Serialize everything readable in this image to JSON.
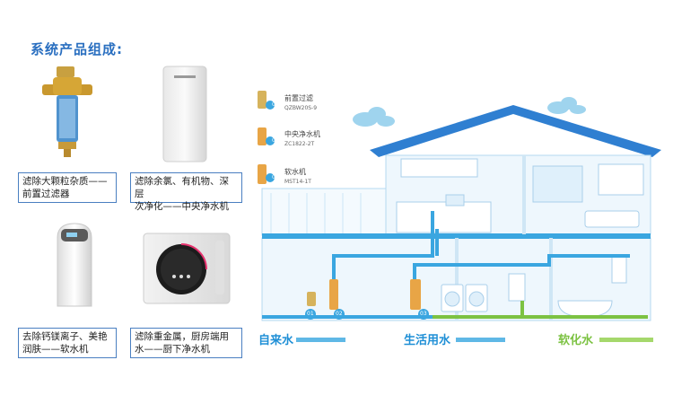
{
  "title": "系统产品组成:",
  "products": [
    {
      "caption_line1": "滤除大颗粒杂质——",
      "caption_line2": "前置过滤器",
      "icon": "prefilter-icon"
    },
    {
      "caption_line1": "滤除余氯、有机物、深层",
      "caption_line2": "次净化——中央净水机",
      "icon": "central-purifier-icon"
    },
    {
      "caption_line1": "去除钙镁离子、美艳",
      "caption_line2": "润肤——软水机",
      "icon": "water-softener-icon"
    },
    {
      "caption_line1": "滤除重金属，厨房端用",
      "caption_line2": "水——厨下净水机",
      "icon": "under-sink-purifier-icon"
    }
  ],
  "diagram": {
    "components": [
      {
        "num": "01",
        "label": "前置过滤",
        "code": "QZBW20S-9"
      },
      {
        "num": "02",
        "label": "中央净水机",
        "code": "ZC1822-2T"
      },
      {
        "num": "03",
        "label": "软水机",
        "code": "MST14-1T"
      }
    ],
    "legend": [
      {
        "label": "自来水",
        "color": "#1f8fd6"
      },
      {
        "label": "生活用水",
        "color": "#1f8fd6"
      },
      {
        "label": "软化水",
        "color": "#7cc242"
      }
    ],
    "pipe_markers": [
      "01",
      "02",
      "03"
    ]
  },
  "colors": {
    "accent": "#2a6fc0",
    "pipe_blue": "#3aa6e0",
    "soft_green": "#7cc242",
    "roof": "#2f7fd1"
  }
}
